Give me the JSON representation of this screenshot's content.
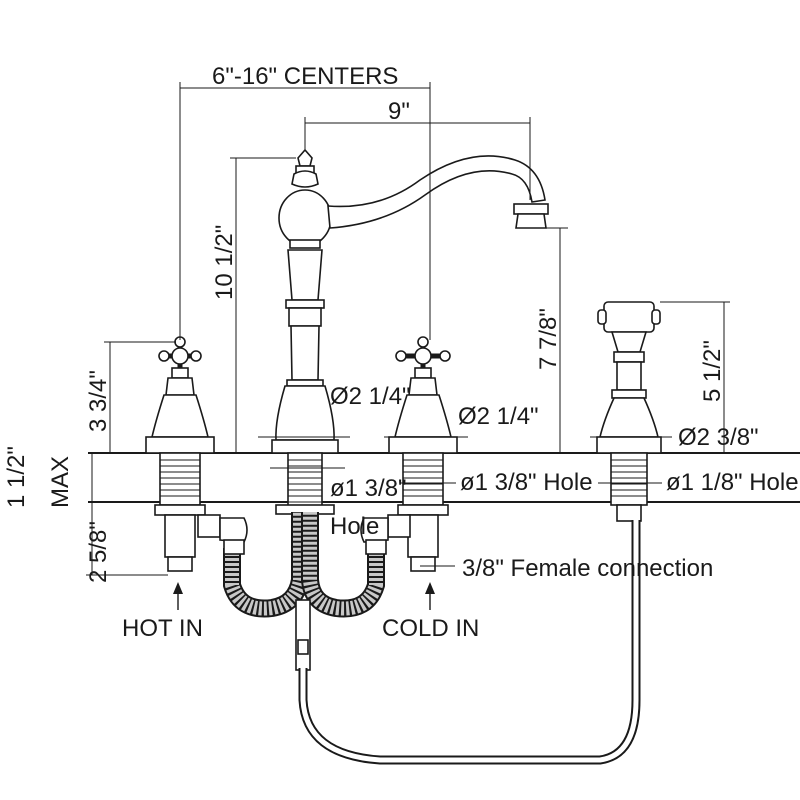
{
  "dimensions": {
    "centers": "6\"-16\" CENTERS",
    "spout_reach": "9\"",
    "spout_height_total": "10 1/2\"",
    "spout_outlet_height": "7 7/8\"",
    "handle_height": "3 3/4\"",
    "sprayer_height": "5 1/2\"",
    "deck_thickness": "1 1/2\"",
    "deck_max": "MAX",
    "shank_length": "2 5/8\"",
    "spout_base_dia": "Ø2 1/4\"",
    "handle_base_dia": "Ø2 1/4\"",
    "sprayer_base_dia": "Ø2 3/8\"",
    "spout_hole_dia": "ø1 3/8\"",
    "spout_hole_word": "Hole",
    "handle_hole": "ø1 3/8\" Hole",
    "sprayer_hole": "ø1 1/8\" Hole",
    "connection": "3/8\" Female connection"
  },
  "labels": {
    "hot_in": "HOT IN",
    "cold_in": "COLD IN"
  }
}
